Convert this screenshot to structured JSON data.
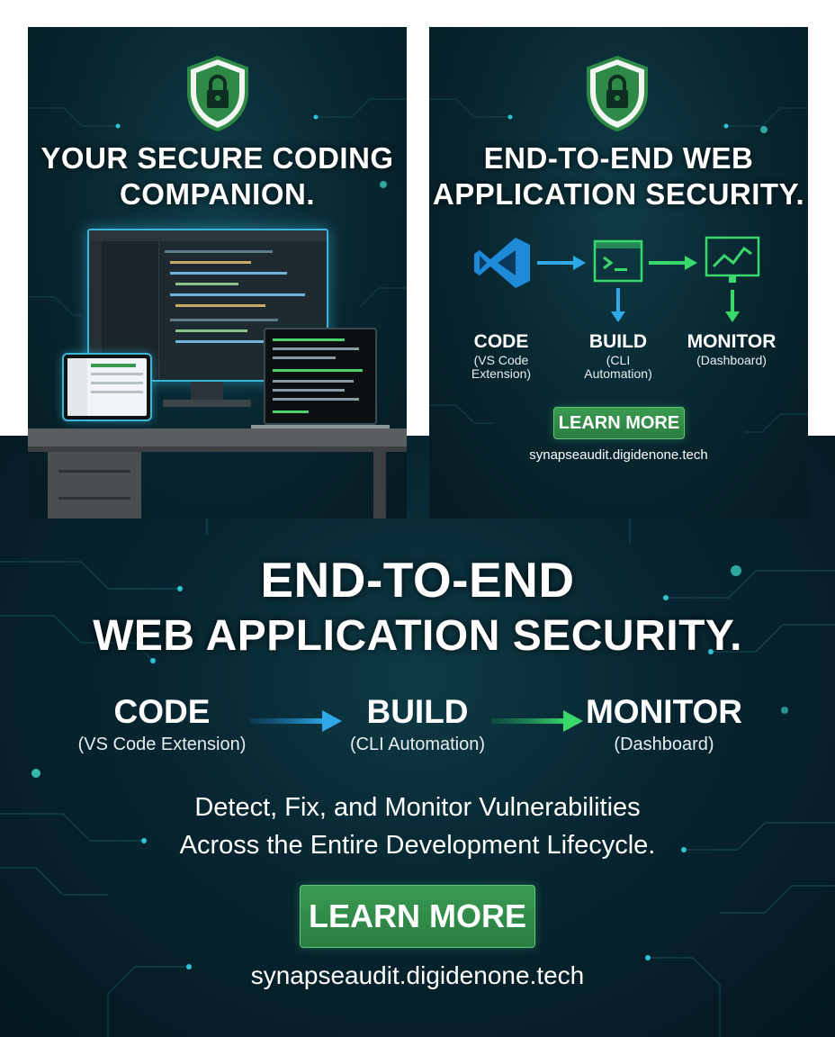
{
  "left_panel": {
    "headline_line1": "YOUR SECURE CODING",
    "headline_line2": "COMPANION.",
    "icons": [
      "lock-shield-icon"
    ]
  },
  "right_panel": {
    "headline_line1": "END-TO-END WEB",
    "headline_line2": "APPLICATION SECURITY.",
    "steps": [
      {
        "label": "CODE",
        "sub1": "(VS Code",
        "sub2": "Extension)"
      },
      {
        "label": "BUILD",
        "sub1": "(CLI",
        "sub2": "Automation)"
      },
      {
        "label": "MONITOR",
        "sub1": "(Dashboard)",
        "sub2": ""
      }
    ],
    "button": "LEARN MORE",
    "url": "synapseaudit.digidenone.tech",
    "icons": [
      "lock-shield-icon",
      "vscode-icon",
      "terminal-icon",
      "dashboard-chart-icon"
    ]
  },
  "bottom": {
    "headline_line1": "END-TO-END",
    "headline_line2": "WEB APPLICATION SECURITY.",
    "steps": [
      {
        "label": "CODE",
        "sub": "(VS Code Extension)"
      },
      {
        "label": "BUILD",
        "sub": "(CLI Automation)"
      },
      {
        "label": "MONITOR",
        "sub": "(Dashboard)"
      }
    ],
    "tagline_line1": "Detect, Fix, and Monitor Vulnerabilities",
    "tagline_line2": "Across the Entire Development Lifecycle.",
    "button": "LEARN MORE",
    "url": "synapseaudit.digidenone.tech"
  },
  "colors": {
    "background_dark": "#072530",
    "accent_green": "#2f8a48",
    "arrow_blue": "#2fa8e8",
    "arrow_green": "#3ad96c",
    "vscode_blue": "#1f8ad8"
  }
}
